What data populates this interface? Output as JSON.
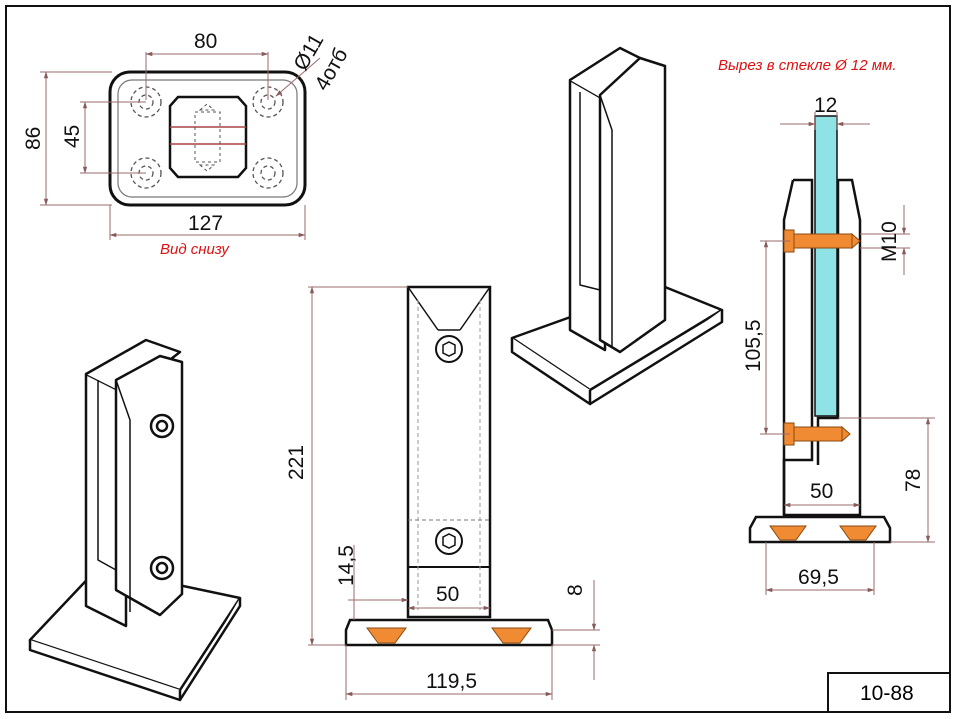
{
  "bottom_view": {
    "dim_hole_spacing_x": "80",
    "dim_hole_diameter": "Ø11",
    "dim_hole_count": "4отб",
    "dim_hole_spacing_y": "45",
    "dim_height": "86",
    "dim_width": "127",
    "caption": "Вид снизу"
  },
  "front_view": {
    "dim_total_height": "221",
    "dim_base_height": "14,5",
    "dim_post_width": "50",
    "dim_plate_thickness": "8",
    "dim_base_width": "119,5"
  },
  "side_view": {
    "glass_note": "Вырез в стекле Ø 12 мм.",
    "dim_glass_thickness": "12",
    "dim_bolt": "M10",
    "dim_bolt_spacing": "105,5",
    "dim_lower_height": "78",
    "dim_post_depth": "50",
    "dim_base_depth": "69,5"
  },
  "title_block": {
    "code": "10-88"
  },
  "colors": {
    "outline": "#111111",
    "dimension": "#a06b6b",
    "glass": "#8fe3e6",
    "bolt": "#f08a33",
    "note": "#dd1111"
  }
}
